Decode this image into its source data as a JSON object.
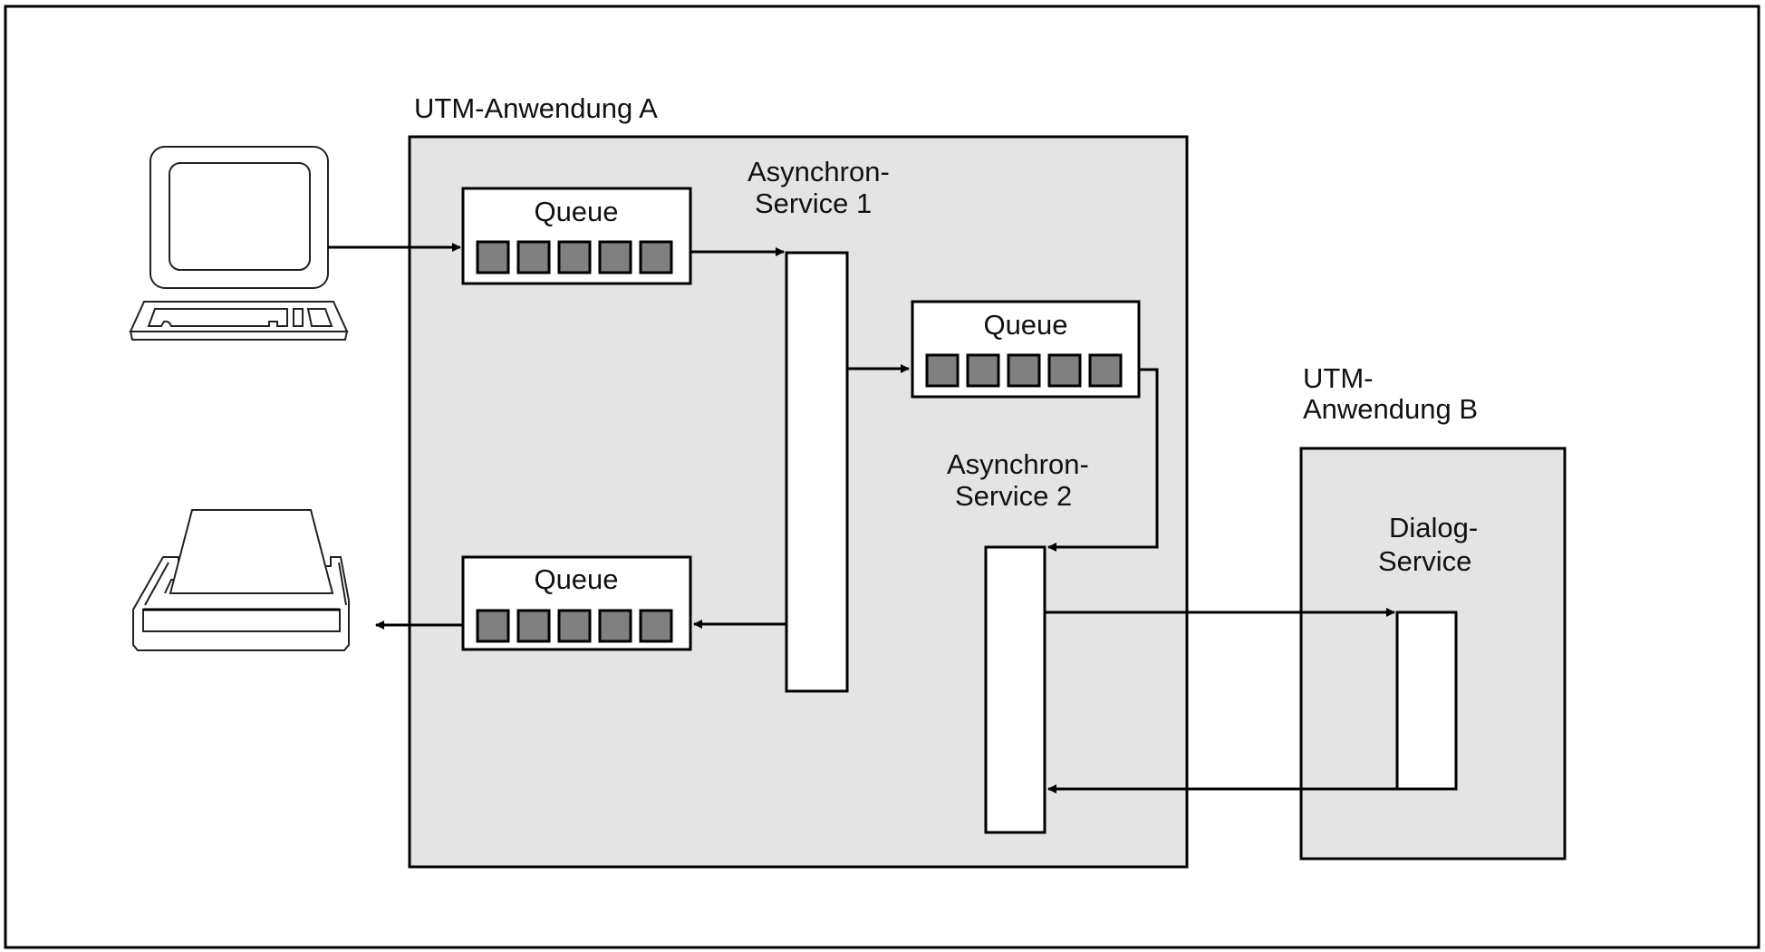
{
  "colors": {
    "frame": "#000000",
    "application_fill": "#e4e4e4",
    "box_fill": "#ffffff",
    "queue_cell_fill": "#808080",
    "text": "#111111"
  },
  "applications": [
    {
      "id": "app-a",
      "label_lines": [
        "UTM-Anwendung A"
      ]
    },
    {
      "id": "app-b",
      "label_lines": [
        "UTM-",
        "Anwendung B"
      ]
    }
  ],
  "services": [
    {
      "id": "async-service-1",
      "label_lines": [
        "Asynchron-",
        "Service 1"
      ]
    },
    {
      "id": "async-service-2",
      "label_lines": [
        "Asynchron-",
        "Service 2"
      ]
    },
    {
      "id": "dialog-service",
      "label_lines": [
        "Dialog-",
        "Service"
      ]
    }
  ],
  "queues": [
    {
      "id": "queue-input",
      "label": "Queue",
      "cells": 5
    },
    {
      "id": "queue-to-service-2",
      "label": "Queue",
      "cells": 5
    },
    {
      "id": "queue-output",
      "label": "Queue",
      "cells": 5
    }
  ],
  "devices": [
    {
      "id": "terminal",
      "icon": "terminal-icon"
    },
    {
      "id": "printer",
      "icon": "printer-icon"
    }
  ],
  "connections": [
    {
      "from": "terminal",
      "to": "queue-input"
    },
    {
      "from": "queue-input",
      "to": "async-service-1"
    },
    {
      "from": "async-service-1",
      "to": "queue-to-service-2"
    },
    {
      "from": "queue-to-service-2",
      "to": "async-service-2"
    },
    {
      "from": "async-service-1",
      "to": "queue-output"
    },
    {
      "from": "queue-output",
      "to": "printer"
    },
    {
      "from": "async-service-2",
      "to": "dialog-service"
    },
    {
      "from": "dialog-service",
      "to": "async-service-2"
    }
  ]
}
